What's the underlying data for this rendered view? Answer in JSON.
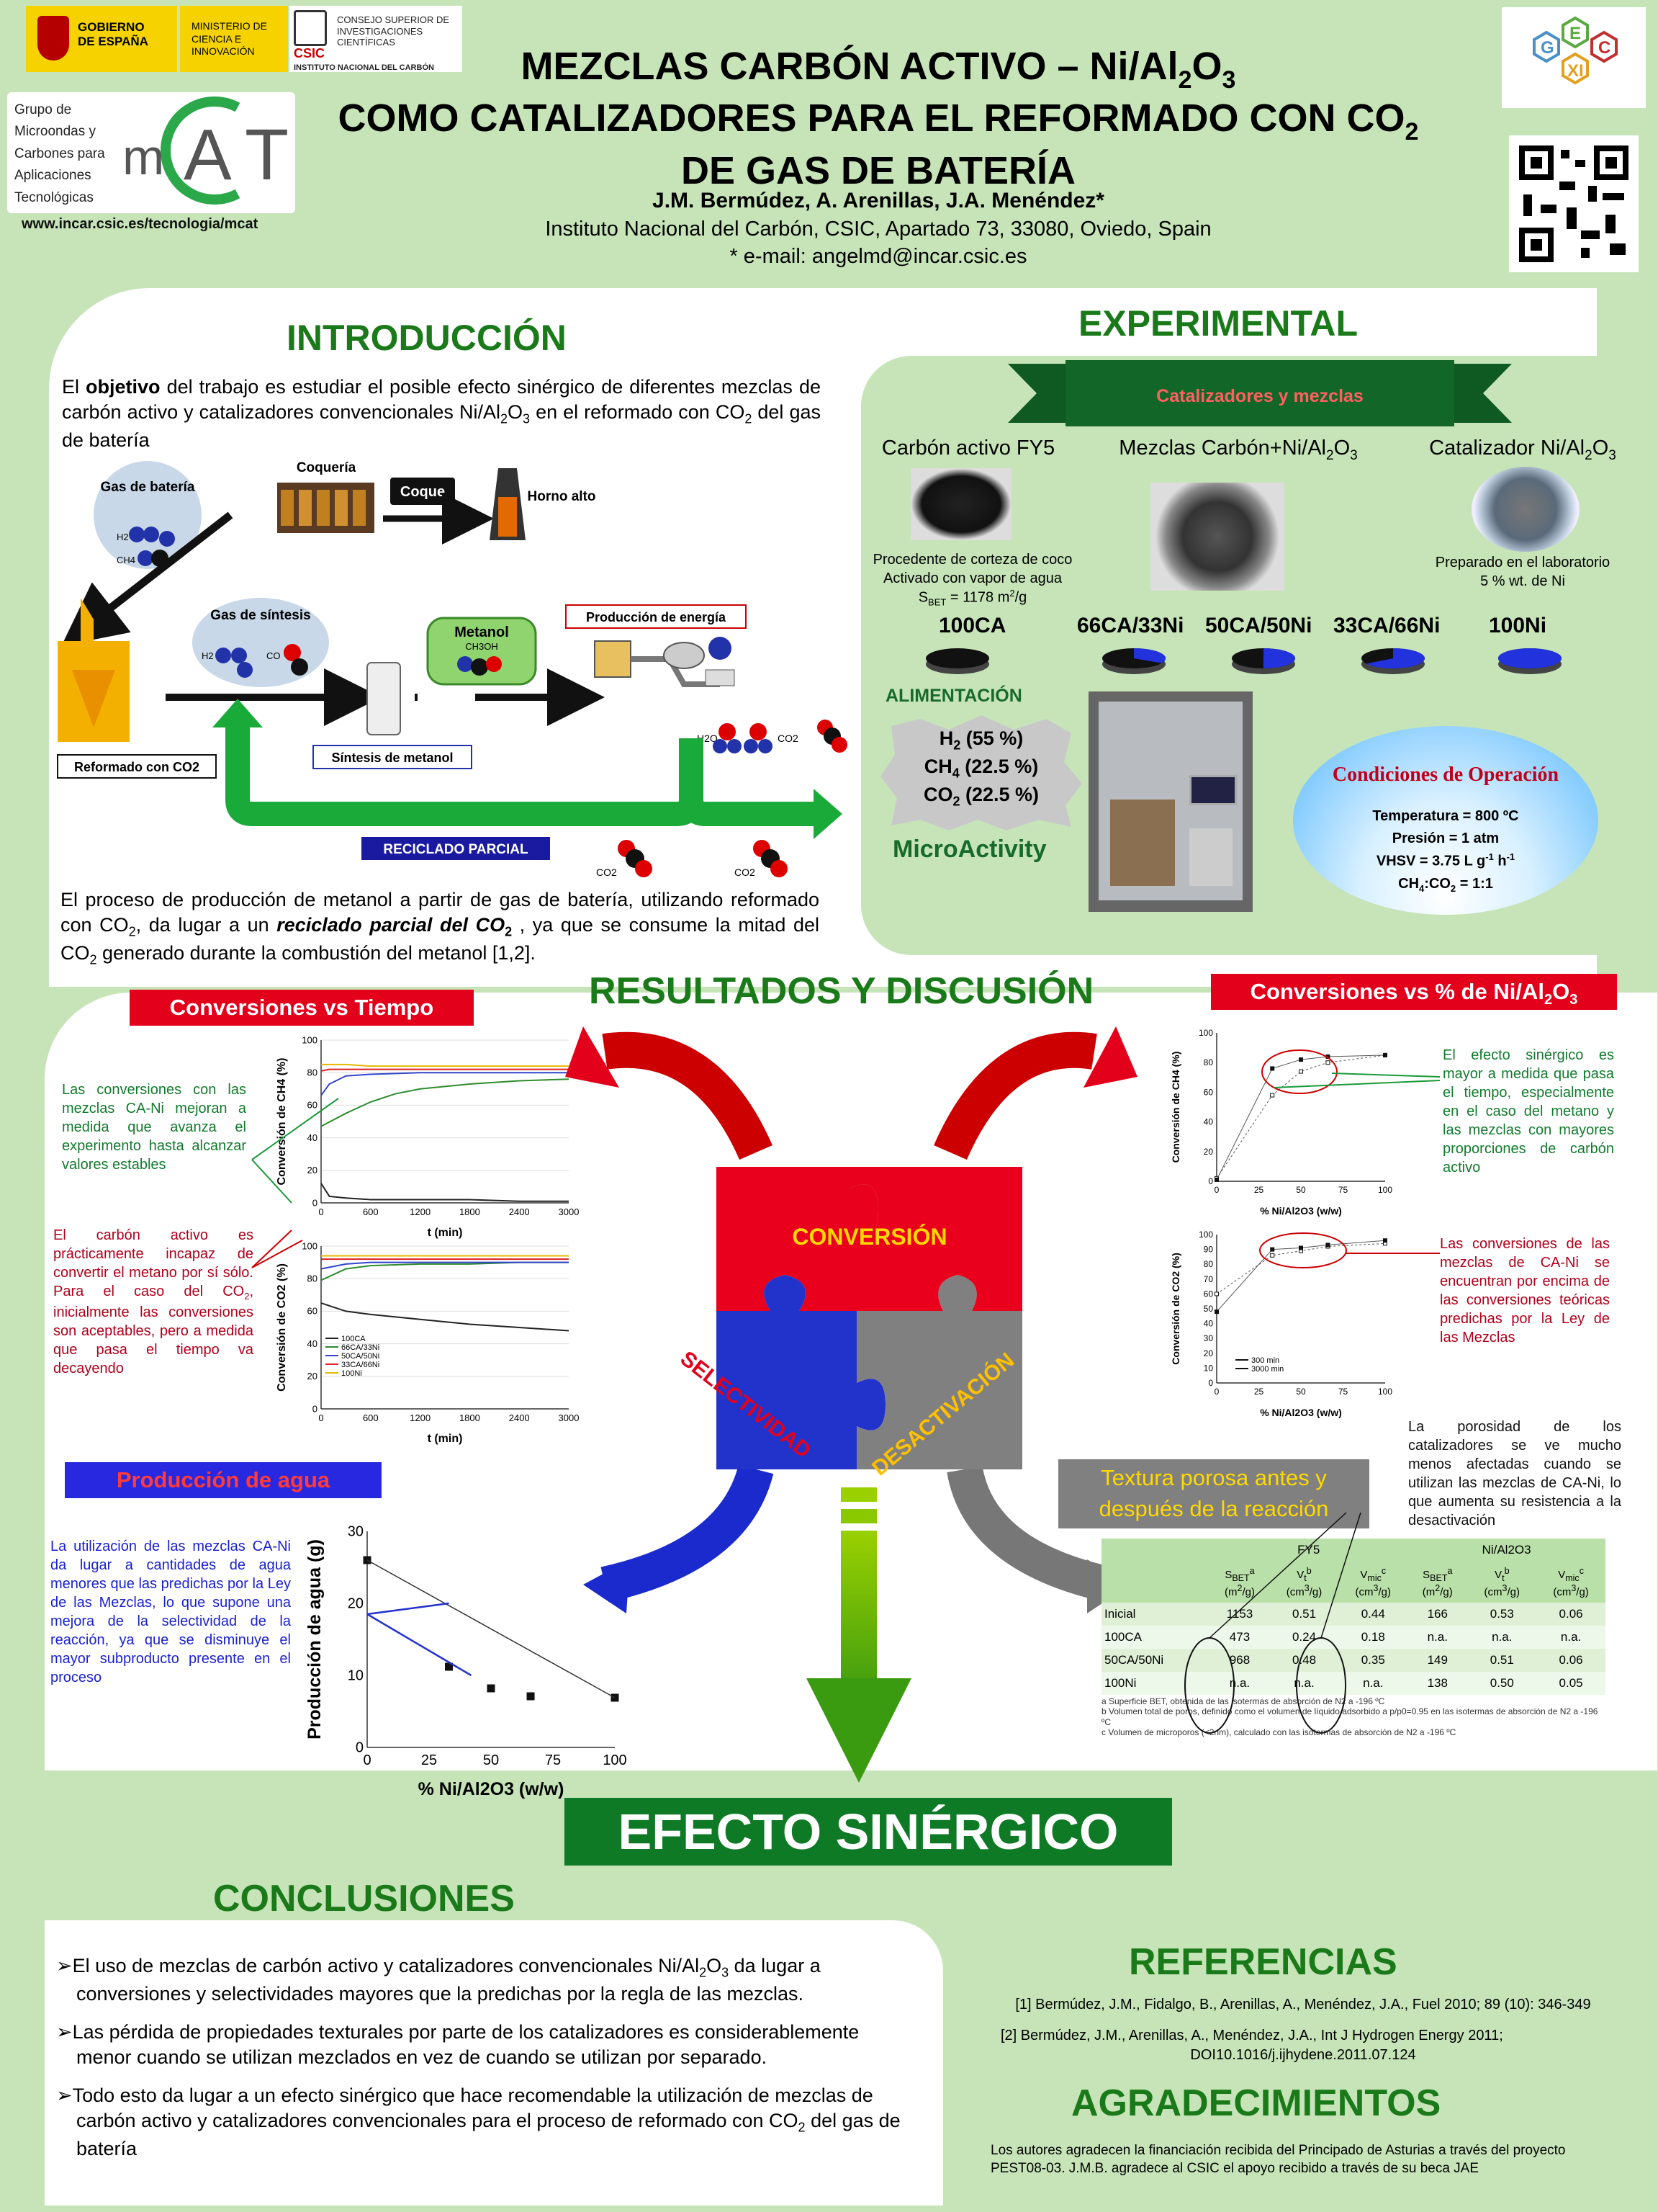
{
  "header": {
    "logo_gobierno": "GOBIERNO DE ESPAÑA",
    "logo_ministerio": "MINISTERIO DE CIENCIA E INNOVACIÓN",
    "logo_csic_name": "CSIC",
    "logo_csic_full": "CONSEJO SUPERIOR DE INVESTIGACIONES CIENTÍFICAS",
    "logo_incar": "INSTITUTO NACIONAL DEL CARBÓN",
    "group_lines": [
      "Grupo de",
      "Microondas y",
      "Carbones para",
      "Aplicaciones",
      "Tecnológicas"
    ],
    "mcat_logo": "mCAT",
    "group_url": "www.incar.csic.es/tecnologia/mcat",
    "title_line1": "MEZCLAS CARBÓN ACTIVO – Ni/Al",
    "title_line1_sub": "2",
    "title_line1_tail": "O",
    "title_line1_sub2": "3",
    "title_line2": "COMO CATALIZADORES PARA EL REFORMADO CON CO",
    "title_line2_sub": "2",
    "title_line3": "DE GAS DE BATERÍA",
    "authors": "J.M. Bermúdez, A. Arenillas, J.A. Menéndez*",
    "affiliation": "Instituto Nacional del Carbón, CSIC, Apartado 73, 33080, Oviedo, Spain",
    "email": "* e-mail: angelmd@incar.csic.es",
    "gexic_letters": [
      "G",
      "E",
      "X",
      "I",
      "C"
    ]
  },
  "intro": {
    "heading": "INTRODUCCIÓN",
    "p1_a": "El ",
    "p1_bold": "objetivo",
    "p1_b": " del trabajo es estudiar el posible efecto sinérgico de diferentes mezclas de carbón activo y catalizadores convencionales Ni/Al",
    "p1_c": "O",
    "p1_d": " en el reformado con CO",
    "p1_e": " del gas de batería",
    "diagram": {
      "coqueria": "Coquería",
      "coque": "Coque",
      "horno": "Horno alto",
      "gas_bateria": "Gas de batería",
      "h2": "H2",
      "ch4": "CH4",
      "gas_sintesis": "Gas de síntesis",
      "co": "CO",
      "metanol": "Metanol",
      "ch3oh": "CH3OH",
      "produccion": "Producción de energía",
      "reformado": "Reformado con CO2",
      "sintesis": "Síntesis de metanol",
      "reciclado": "RECICLADO PARCIAL",
      "h2o": "H2O",
      "co2": "CO2"
    },
    "p2_a": "El proceso de producción de metanol a partir de gas de batería, utilizando reformado con CO",
    "p2_b": ", da lugar a un ",
    "p2_bold": "reciclado parcial del CO",
    "p2_c": " , ya que se consume la mitad del CO",
    "p2_d": " generado durante la combustión del metanol [1,2]."
  },
  "experimental": {
    "heading": "EXPERIMENTAL",
    "banner": "Catalizadores y mezclas",
    "col1": "Carbón activo FY5",
    "col2": "Mezclas Carbón+Ni/Al2O3",
    "col3": "Catalizador Ni/Al2O3",
    "col1_note1": "Procedente de corteza de coco",
    "col1_note2": "Activado con vapor de agua",
    "col1_note3": "SBET = 1178 m2/g",
    "col3_note1": "Preparado en el laboratorio",
    "col3_note2": "5 % wt. de Ni",
    "samples": [
      {
        "name": "100CA",
        "ni_fraction": 0.0
      },
      {
        "name": "66CA/33Ni",
        "ni_fraction": 0.33
      },
      {
        "name": "50CA/50Ni",
        "ni_fraction": 0.5
      },
      {
        "name": "33CA/66Ni",
        "ni_fraction": 0.66
      },
      {
        "name": "100Ni",
        "ni_fraction": 1.0
      }
    ],
    "alimentacion": "ALIMENTACIÓN",
    "feed": [
      "H2 (55 %)",
      "CH4 (22.5 %)",
      "CO2 (22.5 %)"
    ],
    "microactivity": "MicroActivity",
    "cond_title": "Condiciones de Operación",
    "conditions": [
      "Temperatura = 800 ºC",
      "Presión = 1 atm",
      "VHSV = 3.75 L g-1 h-1",
      "CH4:CO2 = 1:1"
    ]
  },
  "results": {
    "heading": "RESULTADOS Y DISCUSIÓN",
    "banner_time": "Conversiones vs Tiempo",
    "banner_ni": "Conversiones vs % de Ni/Al2O3",
    "banner_water": "Producción de agua",
    "banner_texture": "Textura porosa antes y después de la reacción",
    "puzzle_conversion": "CONVERSIÓN",
    "puzzle_selectividad": "SELECTIVIDAD",
    "puzzle_desactivacion": "DESACTIVACIÓN",
    "efecto": "EFECTO SINÉRGICO",
    "ann_time_green": "Las conversiones con las mezclas CA-Ni mejoran a medida que avanza el experimento hasta alcanzar valores estables",
    "ann_time_red": "El carbón activo es prácticamente incapaz de convertir el metano por sí sólo. Para el caso del CO2, inicialmente las conversiones son aceptables, pero a medida que pasa el tiempo va decayendo",
    "ann_ni_green": "El efecto sinérgico es mayor a medida que pasa el tiempo, especialmente en el caso del metano y las mezclas con mayores proporciones de carbón activo",
    "ann_ni_red": "Las conversiones de las mezclas de CA-Ni se encuentran por encima de las conversiones teóricas predichas por la Ley de las Mezclas",
    "ann_water": "La utilización de las mezclas CA-Ni da lugar a cantidades de agua menores que las predichas por la Ley de las Mezclas, lo que supone una mejora de la selectividad de la reacción, ya que se disminuye el mayor subproducto presente en el proceso",
    "ann_texture": "La porosidad de los catalizadores se ve mucho menos afectadas cuando se utilizan las mezclas de CA-Ni, lo que aumenta su resistencia a la desactivación"
  },
  "texture_table": {
    "group_fy5": "FY5",
    "group_ni": "Ni/Al2O3",
    "headers": [
      "SBETa (m2/g)",
      "Vtb (cm3/g)",
      "Vmicc (cm3/g)",
      "SBETa (m2/g)",
      "Vtb (cm3/g)",
      "Vmicc (cm3/g)"
    ],
    "rows": [
      {
        "label": "Inicial",
        "cells": [
          "1153",
          "0.51",
          "0.44",
          "166",
          "0.53",
          "0.06"
        ]
      },
      {
        "label": "100CA",
        "cells": [
          "473",
          "0.24",
          "0.18",
          "n.a.",
          "n.a.",
          "n.a."
        ]
      },
      {
        "label": "50CA/50Ni",
        "cells": [
          "968",
          "0.48",
          "0.35",
          "149",
          "0.51",
          "0.06"
        ]
      },
      {
        "label": "100Ni",
        "cells": [
          "n.a.",
          "n.a.",
          "n.a.",
          "138",
          "0.50",
          "0.05"
        ]
      }
    ],
    "footnotes": [
      "a Superficie BET, obtenida de las isotermas de absorción de N2 a -196 ºC",
      "b Volumen total de poros, definido como el volumen de líquido adsorbido a p/p0=0.95 en las isotermas de absorción de N2 a -196 ºC",
      "c Volumen de microporos (<2nm), calculado con las isotermas de absorción de N2 a -196 ºC"
    ]
  },
  "conclusions": {
    "heading": "CONCLUSIONES",
    "items": [
      "El uso de mezclas de carbón activo y catalizadores convencionales Ni/Al2O3 da lugar a conversiones y selectividades mayores que la predichas por la regla de las mezclas.",
      "Las pérdida de propiedades texturales por parte de los catalizadores es considerablemente menor cuando se utilizan mezclados en vez de cuando se utilizan por separado.",
      "Todo esto da lugar a un efecto sinérgico que hace recomendable la utilización de mezclas de carbón activo y catalizadores convencionales para el proceso de reformado con CO2 del gas de batería"
    ]
  },
  "references": {
    "heading": "REFERENCIAS",
    "ref1": "[1] Bermúdez, J.M., Fidalgo, B., Arenillas, A., Menéndez, J.A., Fuel 2010; 89 (10): 346-349",
    "ref2a": "[2] Bermúdez, J.M., Arenillas, A., Menéndez, J.A., Int J Hydrogen Energy 2011;",
    "ref2b": "DOI10.1016/j.ijhydene.2011.07.124"
  },
  "acknowledgements": {
    "heading": "AGRADECIMIENTOS",
    "text": "Los autores agradecen la financiación recibida del Principado de Asturias a través del proyecto PEST08-03. J.M.B. agradece al CSIC el apoyo recibido a través de su beca JAE"
  },
  "chart_data": [
    {
      "type": "line",
      "title": "",
      "xlabel": "t (min)",
      "ylabel": "Conversión de CH4 (%)",
      "xlim": [
        0,
        3000
      ],
      "ylim": [
        0,
        100
      ],
      "xticks": [
        0,
        600,
        1200,
        1800,
        2400,
        3000
      ],
      "yticks": [
        0,
        20,
        40,
        60,
        80,
        100
      ],
      "grid": true,
      "series": [
        {
          "name": "100CA",
          "color": "#222222",
          "x": [
            0,
            100,
            300,
            600,
            1200,
            1800,
            2400,
            3000
          ],
          "y": [
            12,
            4,
            3,
            2,
            2,
            2,
            1,
            1
          ]
        },
        {
          "name": "66CA/33Ni",
          "color": "#2e8b2e",
          "x": [
            0,
            300,
            600,
            900,
            1200,
            1800,
            2400,
            3000
          ],
          "y": [
            47,
            55,
            62,
            67,
            70,
            73,
            75,
            76
          ]
        },
        {
          "name": "50CA/50Ni",
          "color": "#3344cc",
          "x": [
            0,
            100,
            300,
            600,
            1200,
            1800,
            2400,
            3000
          ],
          "y": [
            66,
            73,
            78,
            79,
            80,
            80,
            80,
            80
          ]
        },
        {
          "name": "33CA/66Ni",
          "color": "#e02020",
          "x": [
            0,
            100,
            300,
            600,
            1200,
            1800,
            2400,
            3000
          ],
          "y": [
            81,
            82,
            82,
            82,
            82,
            82,
            82,
            82
          ]
        },
        {
          "name": "100Ni",
          "color": "#e6b800",
          "x": [
            0,
            300,
            600,
            1200,
            1800,
            2400,
            3000
          ],
          "y": [
            85,
            85,
            84,
            84,
            84,
            84,
            84
          ]
        }
      ]
    },
    {
      "type": "line",
      "title": "",
      "xlabel": "t (min)",
      "ylabel": "Conversión de CO2 (%)",
      "xlim": [
        0,
        3000
      ],
      "ylim": [
        0,
        100
      ],
      "xticks": [
        0,
        600,
        1200,
        1800,
        2400,
        3000
      ],
      "yticks": [
        0,
        20,
        40,
        60,
        80,
        100
      ],
      "grid": true,
      "legend": "bottom-left",
      "series": [
        {
          "name": "100CA",
          "color": "#222222",
          "x": [
            0,
            300,
            600,
            1200,
            1800,
            2400,
            3000
          ],
          "y": [
            65,
            60,
            58,
            55,
            52,
            50,
            48
          ]
        },
        {
          "name": "66CA/33Ni",
          "color": "#2e8b2e",
          "x": [
            0,
            300,
            600,
            1200,
            1800,
            2400,
            3000
          ],
          "y": [
            79,
            86,
            88,
            89,
            89,
            90,
            90
          ]
        },
        {
          "name": "50CA/50Ni",
          "color": "#3344cc",
          "x": [
            0,
            300,
            600,
            1200,
            1800,
            2400,
            3000
          ],
          "y": [
            86,
            89,
            90,
            90,
            90,
            90,
            90
          ]
        },
        {
          "name": "33CA/66Ni",
          "color": "#e02020",
          "x": [
            0,
            300,
            600,
            1200,
            1800,
            2400,
            3000
          ],
          "y": [
            92,
            92,
            92,
            92,
            92,
            92,
            92
          ]
        },
        {
          "name": "100Ni",
          "color": "#e6b800",
          "x": [
            0,
            300,
            600,
            1200,
            1800,
            2400,
            3000
          ],
          "y": [
            94,
            94,
            94,
            94,
            94,
            94,
            94
          ]
        }
      ]
    },
    {
      "type": "scatter",
      "title": "",
      "xlabel": "% Ni/Al2O3 (w/w)",
      "ylabel": "Conversión de CH4 (%)",
      "xlim": [
        0,
        100
      ],
      "ylim": [
        0,
        100
      ],
      "xticks": [
        0,
        25,
        50,
        75,
        100
      ],
      "yticks": [
        0,
        20,
        40,
        60,
        80,
        100
      ],
      "series": [
        {
          "name": "300 min",
          "x": [
            0,
            33,
            50,
            66,
            100
          ],
          "y": [
            2,
            58,
            74,
            80,
            85
          ]
        },
        {
          "name": "3000 min",
          "x": [
            0,
            33,
            50,
            66,
            100
          ],
          "y": [
            1,
            76,
            82,
            84,
            85
          ]
        }
      ]
    },
    {
      "type": "scatter",
      "title": "",
      "xlabel": "% Ni/Al2O3 (w/w)",
      "ylabel": "Conversión de CO2 (%)",
      "xlim": [
        0,
        100
      ],
      "ylim": [
        0,
        100
      ],
      "xticks": [
        0,
        25,
        50,
        75,
        100
      ],
      "yticks": [
        0,
        10,
        20,
        30,
        40,
        50,
        60,
        70,
        80,
        90,
        100
      ],
      "legend": "bottom-right",
      "series": [
        {
          "name": "300 min",
          "x": [
            0,
            33,
            50,
            66,
            100
          ],
          "y": [
            60,
            86,
            89,
            92,
            94
          ]
        },
        {
          "name": "3000 min",
          "x": [
            0,
            33,
            50,
            66,
            100
          ],
          "y": [
            48,
            90,
            91,
            93,
            96
          ]
        }
      ]
    },
    {
      "type": "scatter",
      "title": "",
      "xlabel": "% Ni/Al2O3 (w/w)",
      "ylabel": "Producción de agua (g)",
      "xlim": [
        0,
        100
      ],
      "ylim": [
        0,
        30
      ],
      "xticks": [
        0,
        25,
        50,
        75,
        100
      ],
      "yticks": [
        0,
        10,
        20,
        30
      ],
      "series": [
        {
          "name": "",
          "x": [
            0,
            33,
            50,
            66,
            100
          ],
          "y": [
            26,
            11.2,
            8.2,
            7.1,
            6.9
          ]
        }
      ]
    }
  ],
  "colors": {
    "background": "#c6e4b8",
    "title_green": "#1a7a1a",
    "banner_red": "#e3001b",
    "puzzle_red": "#e8001c",
    "puzzle_blue": "#2233cc",
    "puzzle_grey": "#808080",
    "efecto_green": "#0e7a25"
  }
}
